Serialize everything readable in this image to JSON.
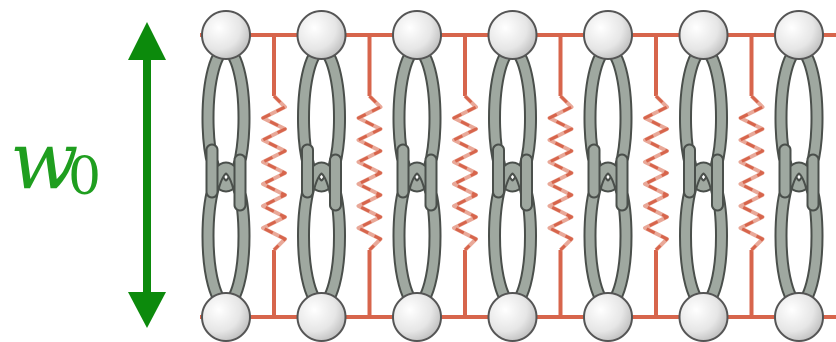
{
  "label": {
    "symbol": "w",
    "subscript": "0"
  },
  "colors": {
    "arrow": "#0c8a0c",
    "label": "#1f9e1f",
    "rail": "#d7654c",
    "spring_front": "#d7654c",
    "spring_back": "#e9a898",
    "coil_fill": "#9fa8a0",
    "coil_stroke": "#4a4f4b",
    "node_fill": "#eeeeee",
    "node_stroke": "#555555"
  },
  "diagram": {
    "unit_count": 7,
    "spring_count": 6,
    "icons": [
      "double-arrow-icon",
      "coil-spring-icon",
      "zigzag-spring-icon",
      "node-sphere-icon"
    ]
  }
}
